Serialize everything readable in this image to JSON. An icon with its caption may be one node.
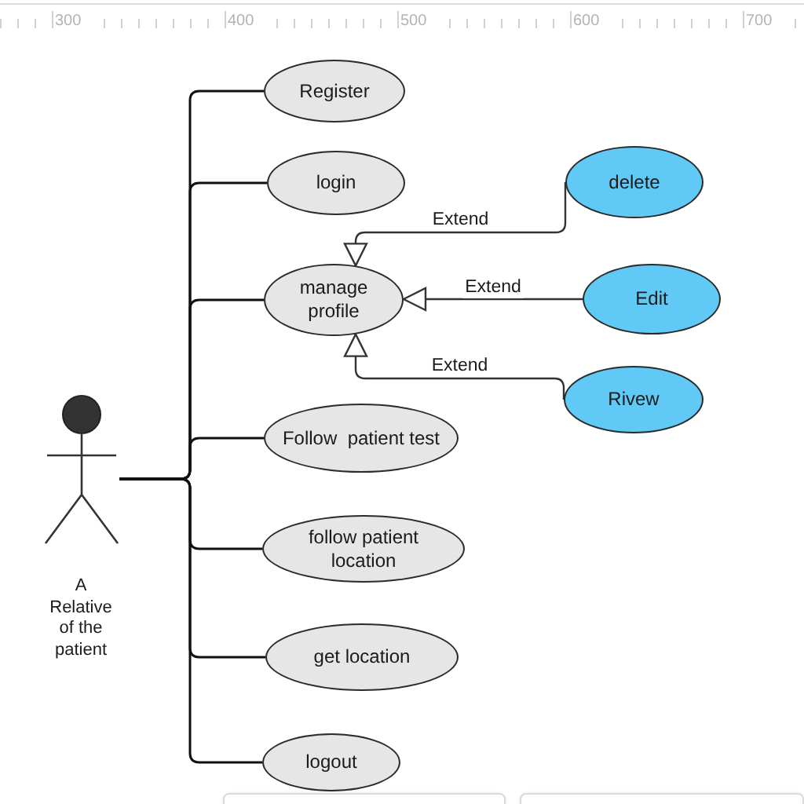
{
  "diagram": {
    "nodes": [
      {
        "text": [
          "A Relative of the patient"
        ]
      },
      {
        "text": [
          "Register"
        ]
      },
      {
        "text": [
          "login"
        ]
      },
      {
        "text": [
          "manage profile"
        ]
      },
      {
        "text": [
          "Follow  patient test"
        ]
      },
      {
        "text": [
          "follow patient location"
        ]
      },
      {
        "text": [
          "get location"
        ]
      },
      {
        "text": [
          "logout"
        ]
      },
      {
        "text": [
          "delete"
        ]
      },
      {
        "text": [
          "Edit"
        ]
      },
      {
        "text": [
          "Rivew"
        ]
      }
    ],
    "edges": [
      {
        "from": 0,
        "to": 1,
        "arrow": "none"
      },
      {
        "from": 0,
        "to": 2,
        "arrow": "none"
      },
      {
        "from": 0,
        "to": 3,
        "arrow": "none"
      },
      {
        "from": 0,
        "to": 4,
        "arrow": "none"
      },
      {
        "from": 0,
        "to": 5,
        "arrow": "none"
      },
      {
        "from": 0,
        "to": 6,
        "arrow": "none"
      },
      {
        "from": 0,
        "to": 7,
        "arrow": "none"
      },
      {
        "from": 8,
        "to": 3,
        "arrow": "to",
        "label": "Extend"
      },
      {
        "from": 9,
        "to": 3,
        "arrow": "to",
        "label": "Extend"
      },
      {
        "from": 10,
        "to": 3,
        "arrow": "to",
        "label": "Extend"
      }
    ],
    "labels": [
      "300",
      "400",
      "500",
      "600",
      "700"
    ]
  }
}
